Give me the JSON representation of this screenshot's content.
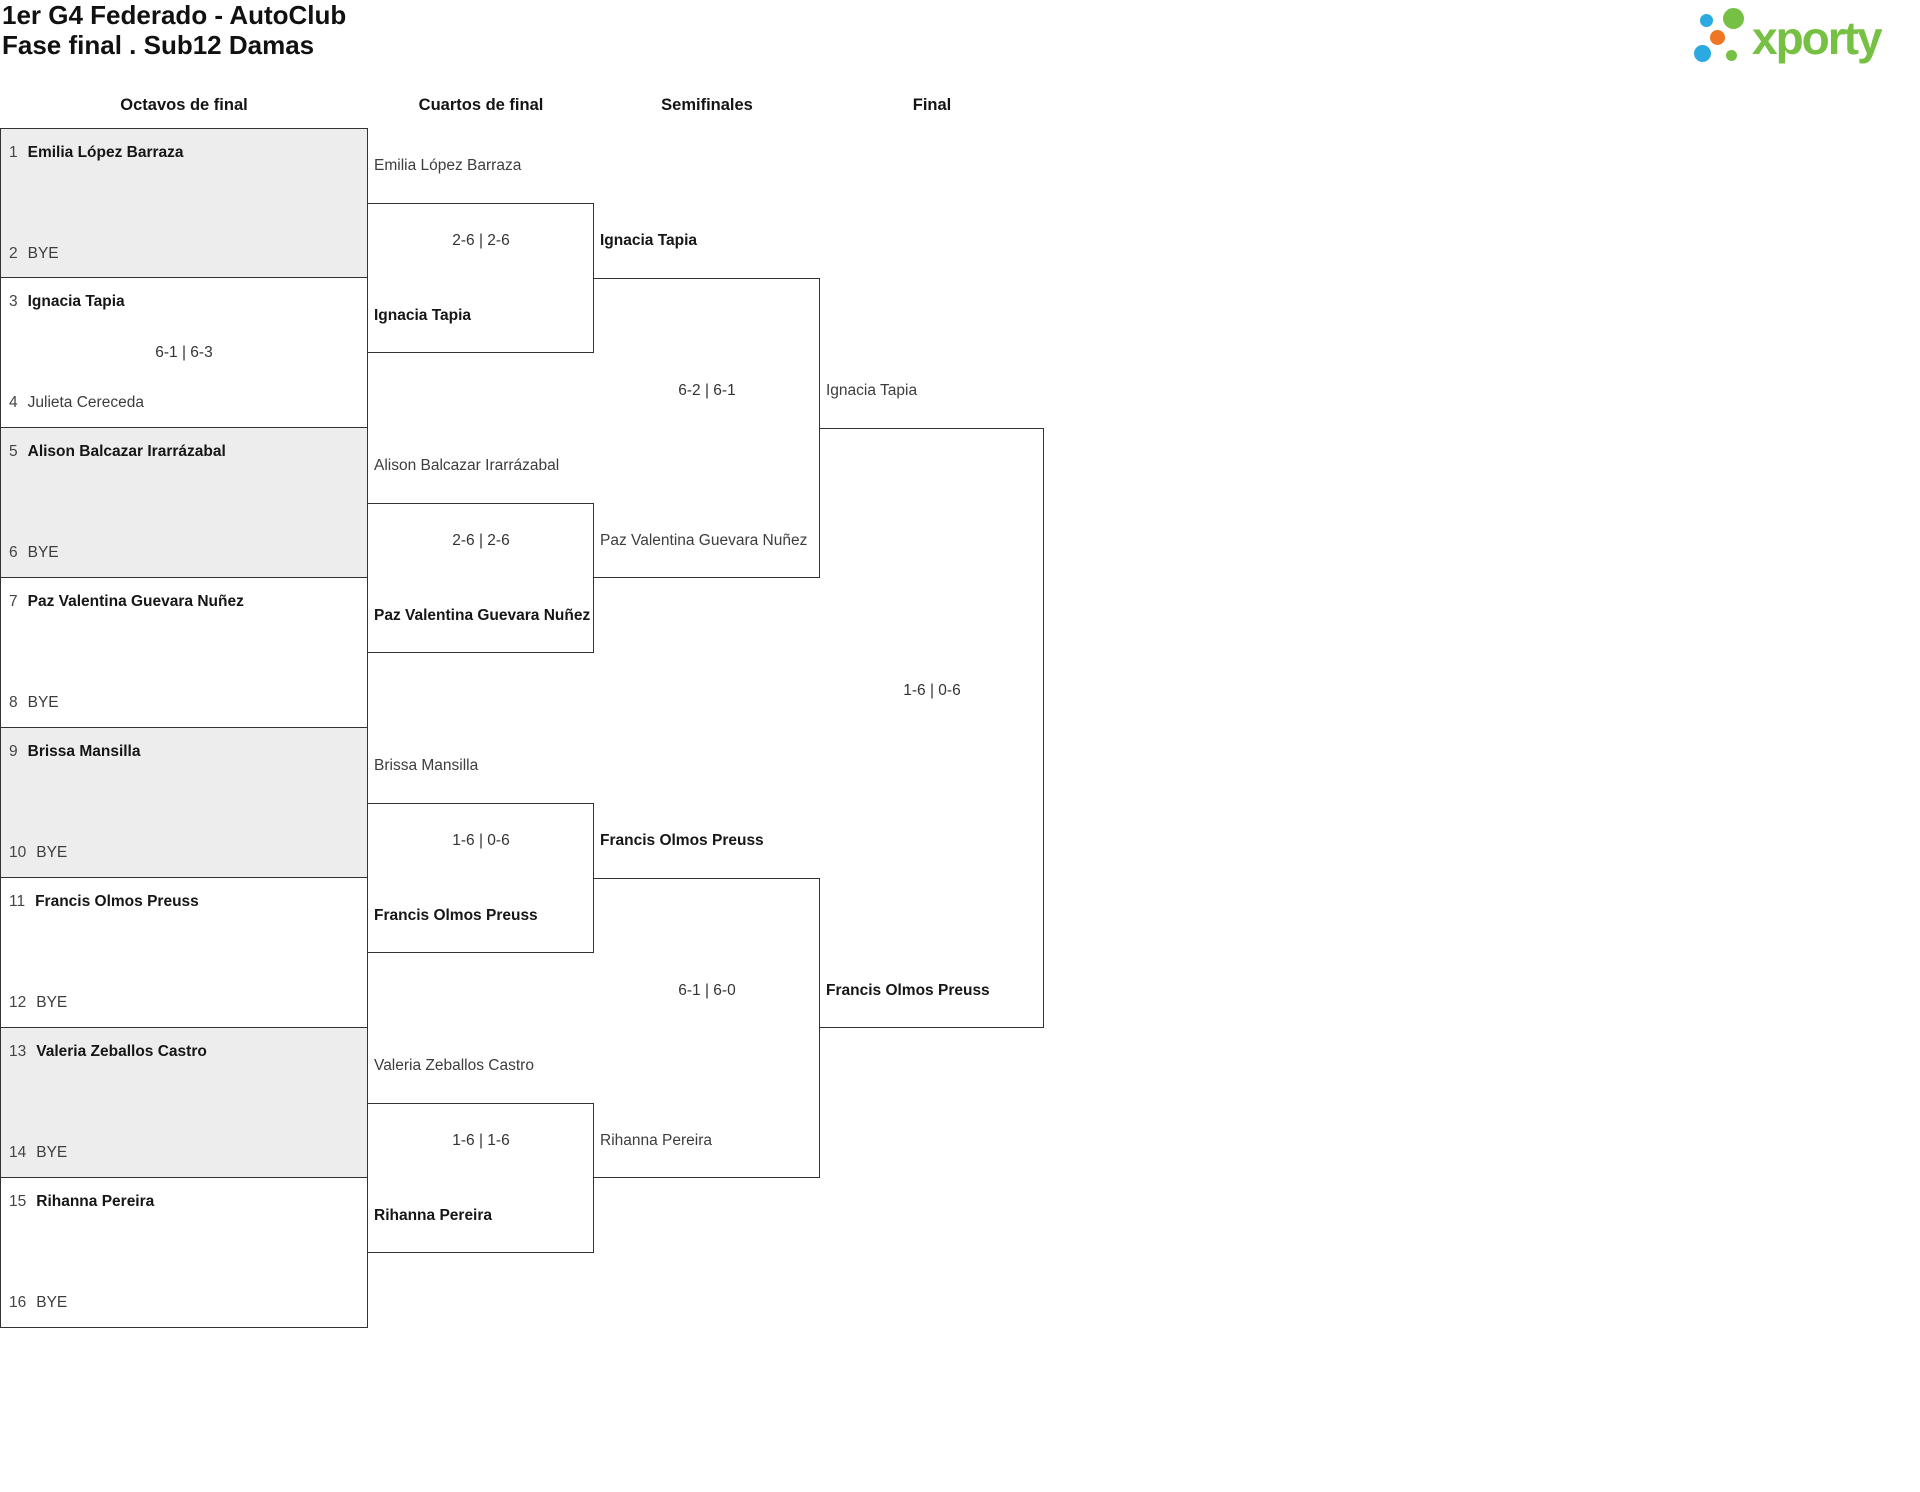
{
  "title": {
    "line1": "1er G4 Federado - AutoClub",
    "line2": "Fase final . Sub12 Damas"
  },
  "logo": {
    "text": "xporty",
    "green": "#76C043",
    "blue": "#2BA9E0",
    "orange": "#EF7622"
  },
  "r16": {
    "header": "Octavos de final",
    "slots": [
      {
        "seed": "1",
        "name": "Emilia López Barraza"
      },
      {
        "seed": "2",
        "name": "BYE"
      },
      {
        "seed": "3",
        "name": "Ignacia Tapia"
      },
      {
        "seed": "4",
        "name": "Julieta Cereceda"
      },
      {
        "seed": "5",
        "name": "Alison Balcazar Irarrázabal"
      },
      {
        "seed": "6",
        "name": "BYE"
      },
      {
        "seed": "7",
        "name": "Paz Valentina Guevara Nuñez"
      },
      {
        "seed": "8",
        "name": "BYE"
      },
      {
        "seed": "9",
        "name": "Brissa Mansilla"
      },
      {
        "seed": "10",
        "name": "BYE"
      },
      {
        "seed": "11",
        "name": "Francis Olmos Preuss"
      },
      {
        "seed": "12",
        "name": "BYE"
      },
      {
        "seed": "13",
        "name": "Valeria Zeballos Castro"
      },
      {
        "seed": "14",
        "name": "BYE"
      },
      {
        "seed": "15",
        "name": "Rihanna Pereira"
      },
      {
        "seed": "16",
        "name": "BYE"
      }
    ],
    "score_match2": "6-1 | 6-3"
  },
  "qf": {
    "header": "Cuartos de final",
    "labels": [
      "Emilia López Barraza",
      "Ignacia Tapia",
      "Alison Balcazar Irarrázabal",
      "Paz Valentina Guevara Nuñez",
      "Brissa Mansilla",
      "Francis Olmos Preuss",
      "Valeria Zeballos Castro",
      "Rihanna Pereira"
    ],
    "scores": [
      "2-6 | 2-6",
      "2-6 | 2-6",
      "1-6 | 0-6",
      "1-6 | 1-6"
    ]
  },
  "sf": {
    "header": "Semifinales",
    "labels": [
      "Ignacia Tapia",
      "Paz Valentina Guevara Nuñez",
      "Francis Olmos Preuss",
      "Rihanna Pereira"
    ],
    "scores": [
      "6-2 | 6-1",
      "6-1 | 6-0"
    ]
  },
  "final": {
    "header": "Final",
    "labels": [
      "Ignacia Tapia",
      "Francis Olmos Preuss"
    ],
    "score": "1-6 | 0-6"
  }
}
